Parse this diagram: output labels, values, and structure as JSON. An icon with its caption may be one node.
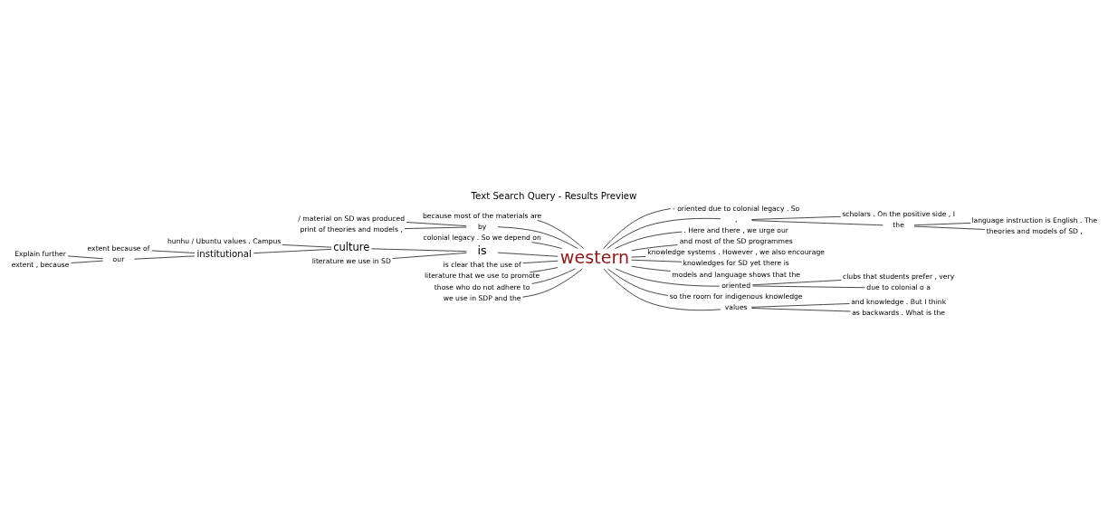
{
  "diagram": {
    "title": "Text Search Query - Results Preview",
    "nodes": [
      {
        "text": [
          "because most of the materials are"
        ]
      },
      {
        "text": [
          "/ material on SD was produced"
        ]
      },
      {
        "text": [
          "print of theories and models ,"
        ]
      },
      {
        "text": [
          "by"
        ]
      },
      {
        "text": [
          "colonial legacy . So we depend on"
        ]
      },
      {
        "text": [
          "hunhu / Ubuntu values . Campus"
        ]
      },
      {
        "text": [
          "extent because of"
        ]
      },
      {
        "text": [
          "Explain further"
        ]
      },
      {
        "text": [
          "extent , because"
        ]
      },
      {
        "text": [
          "our"
        ]
      },
      {
        "text": [
          "institutional"
        ]
      },
      {
        "text": [
          "culture"
        ]
      },
      {
        "text": [
          "is"
        ]
      },
      {
        "text": [
          "literature we use in SD"
        ]
      },
      {
        "text": [
          "is clear that the use of"
        ]
      },
      {
        "text": [
          "literature that we use to promote"
        ]
      },
      {
        "text": [
          "those who do not adhere to"
        ]
      },
      {
        "text": [
          "we use in SDP and the"
        ]
      },
      {
        "text": [
          "western"
        ]
      },
      {
        "text": [
          "- oriented due to colonial legacy . So"
        ]
      },
      {
        "text": [
          ","
        ]
      },
      {
        "text": [
          "scholars . On the positive side , I"
        ]
      },
      {
        "text": [
          "the"
        ]
      },
      {
        "text": [
          "language instruction is English . The"
        ]
      },
      {
        "text": [
          "theories and models of SD ,"
        ]
      },
      {
        "text": [
          ". Here and there , we urge our"
        ]
      },
      {
        "text": [
          "and most of the SD programmes"
        ]
      },
      {
        "text": [
          "knowledge systems . However , we also encourage"
        ]
      },
      {
        "text": [
          "knowledges for SD yet there is"
        ]
      },
      {
        "text": [
          "models and language shows that the"
        ]
      },
      {
        "text": [
          "oriented"
        ]
      },
      {
        "text": [
          "clubs that students prefer , very"
        ]
      },
      {
        "text": [
          "due to colonial o a"
        ]
      },
      {
        "text": [
          "so the room for indigenous knowledge"
        ]
      },
      {
        "text": [
          "values"
        ]
      },
      {
        "text": [
          "and knowledge . But I think"
        ]
      },
      {
        "text": [
          "as backwards . What is the"
        ]
      }
    ],
    "edges": [
      {
        "from": 0,
        "to": 18,
        "arrow": "none"
      },
      {
        "from": 1,
        "to": 3,
        "arrow": "none"
      },
      {
        "from": 2,
        "to": 3,
        "arrow": "none"
      },
      {
        "from": 3,
        "to": 18,
        "arrow": "none"
      },
      {
        "from": 4,
        "to": 18,
        "arrow": "none"
      },
      {
        "from": 5,
        "to": 11,
        "arrow": "none"
      },
      {
        "from": 6,
        "to": 10,
        "arrow": "none"
      },
      {
        "from": 7,
        "to": 9,
        "arrow": "none"
      },
      {
        "from": 8,
        "to": 9,
        "arrow": "none"
      },
      {
        "from": 9,
        "to": 10,
        "arrow": "none"
      },
      {
        "from": 10,
        "to": 11,
        "arrow": "none"
      },
      {
        "from": 11,
        "to": 12,
        "arrow": "none"
      },
      {
        "from": 13,
        "to": 12,
        "arrow": "none"
      },
      {
        "from": 12,
        "to": 18,
        "arrow": "none"
      },
      {
        "from": 14,
        "to": 18,
        "arrow": "none"
      },
      {
        "from": 15,
        "to": 18,
        "arrow": "none"
      },
      {
        "from": 16,
        "to": 18,
        "arrow": "none"
      },
      {
        "from": 17,
        "to": 18,
        "arrow": "none"
      },
      {
        "from": 18,
        "to": 19,
        "arrow": "none"
      },
      {
        "from": 18,
        "to": 20,
        "arrow": "none"
      },
      {
        "from": 20,
        "to": 21,
        "arrow": "none"
      },
      {
        "from": 20,
        "to": 22,
        "arrow": "none"
      },
      {
        "from": 22,
        "to": 23,
        "arrow": "none"
      },
      {
        "from": 22,
        "to": 24,
        "arrow": "none"
      },
      {
        "from": 18,
        "to": 25,
        "arrow": "none"
      },
      {
        "from": 18,
        "to": 26,
        "arrow": "none"
      },
      {
        "from": 18,
        "to": 27,
        "arrow": "none"
      },
      {
        "from": 18,
        "to": 28,
        "arrow": "none"
      },
      {
        "from": 18,
        "to": 29,
        "arrow": "none"
      },
      {
        "from": 18,
        "to": 30,
        "arrow": "none"
      },
      {
        "from": 30,
        "to": 31,
        "arrow": "none"
      },
      {
        "from": 30,
        "to": 32,
        "arrow": "none"
      },
      {
        "from": 18,
        "to": 33,
        "arrow": "none"
      },
      {
        "from": 18,
        "to": 34,
        "arrow": "none"
      },
      {
        "from": 34,
        "to": 35,
        "arrow": "none"
      },
      {
        "from": 34,
        "to": 36,
        "arrow": "none"
      }
    ]
  }
}
